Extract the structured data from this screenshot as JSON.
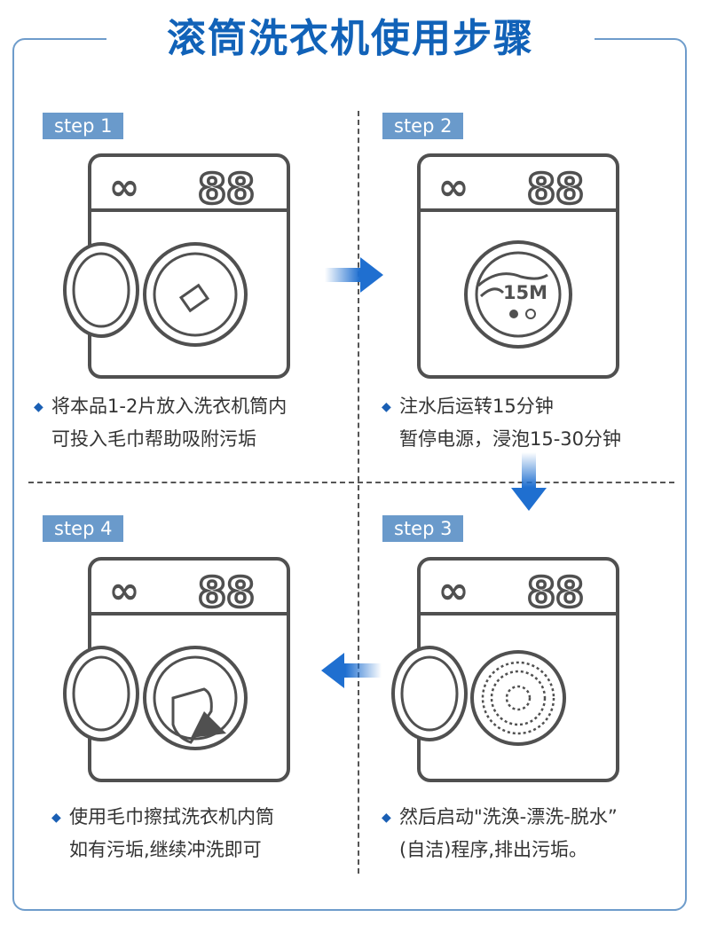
{
  "title": "滚筒洗衣机使用步骤",
  "steps": [
    {
      "tag": "step 1",
      "lines": [
        "将本品1-2片放入洗衣机筒内",
        "可投入毛巾帮助吸附污垢"
      ]
    },
    {
      "tag": "step 2",
      "lines": [
        "注水后运转15分钟",
        "暂停电源，浸泡15-30分钟"
      ],
      "drum_label": "15M"
    },
    {
      "tag": "step 3",
      "lines": [
        "然后启动\"洗涣-漂洗-脱水”",
        "(自洁)程序,排出污垢。"
      ]
    },
    {
      "tag": "step 4",
      "lines": [
        "使用毛巾擦拭洗衣机内筒",
        "如有污垢,继续冲洗即可"
      ]
    }
  ],
  "panel": {
    "knob_label": "∞",
    "display_label": "88"
  },
  "icons": {
    "bullet": "diamond-bullet",
    "arrow": "arrow-icon"
  },
  "colors": {
    "title": "#1162b8",
    "tag": "#6a9acb",
    "arrow": "#1f6fd0",
    "frame": "#6e9ccb",
    "line": "#555555"
  }
}
